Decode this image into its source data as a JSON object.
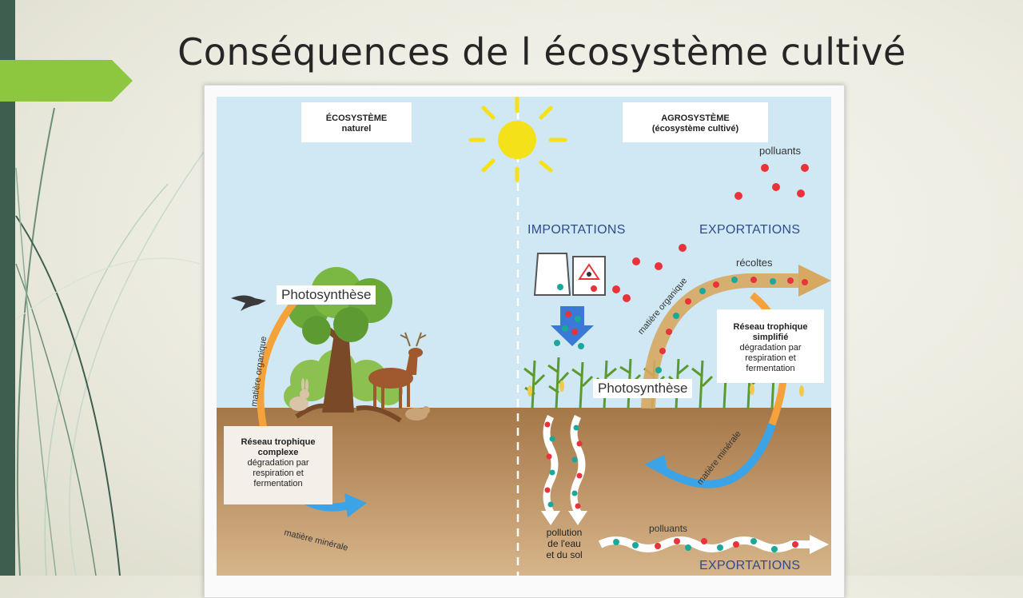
{
  "slide": {
    "title": "Conséquences de l écosystème cultivé"
  },
  "diagram": {
    "natural_box": {
      "line1": "ÉCOSYSTÈME",
      "line2": "naturel"
    },
    "agro_box": {
      "line1": "AGROSYSTÈME",
      "line2": "(écosystème cultivé)"
    },
    "photosynthese_left": "Photosynthèse",
    "photosynthese_right": "Photosynthèse",
    "matiere_organique": "matière organique",
    "matiere_minerale": "matière minérale",
    "reseau_complexe": {
      "title1": "Réseau trophique",
      "title2": "complexe",
      "text1": "dégradation par",
      "text2": "respiration et",
      "text3": "fermentation"
    },
    "reseau_simplifie": {
      "title1": "Réseau trophique",
      "title2": "simplifié",
      "text1": "dégradation par",
      "text2": "respiration et",
      "text3": "fermentation"
    },
    "importations": "IMPORTATIONS",
    "exportations_top": "EXPORTATIONS",
    "exportations_bottom": "EXPORTATIONS",
    "polluants_top": "polluants",
    "polluants_bottom": "polluants",
    "recoltes": "récoltes",
    "pollution": {
      "line1": "pollution",
      "line2": "de l'eau",
      "line3": "et du sol"
    }
  },
  "colors": {
    "sky": "#cfe8f4",
    "soil": "#a07348",
    "orange_arrow": "#f5a23a",
    "blue_arrow": "#3ba3e6",
    "accent_green": "#8dc63f",
    "sidebar": "#3e5e50",
    "dot_red": "#e8333a",
    "dot_teal": "#1aa89a",
    "sun": "#f5e11a"
  }
}
